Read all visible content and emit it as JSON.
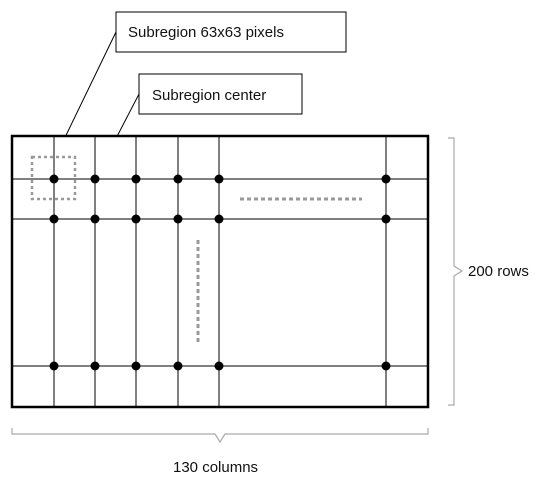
{
  "labels": {
    "subregion_size": "Subregion 63x63 pixels",
    "subregion_center": "Subregion center",
    "rows": "200 rows",
    "columns": "130 columns"
  },
  "colors": {
    "line": "#000000",
    "dots": "#000000",
    "dashed": "#999999",
    "brace": "#aaaaaa"
  }
}
